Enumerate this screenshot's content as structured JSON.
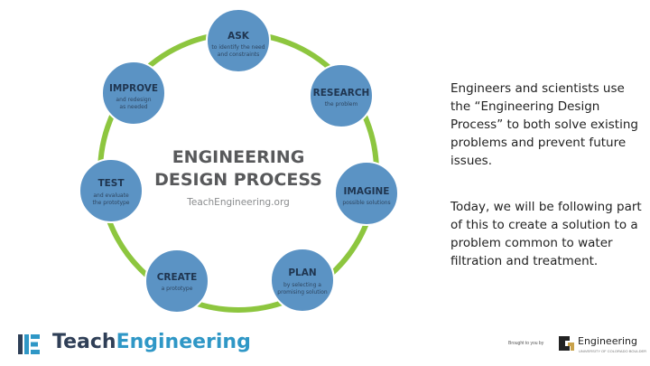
{
  "diagram": {
    "center_title_line1": "ENGINEERING",
    "center_title_line2": "DESIGN PROCESS",
    "center_url": "TeachEngineering.org",
    "colors": {
      "ring": "#8dc63f",
      "node": "#5b93c4",
      "node_border": "#ffffff",
      "center_title": "#58595b"
    },
    "nodes": [
      {
        "title": "ASK",
        "sub1": "to identify the need",
        "sub2": "and constraints"
      },
      {
        "title": "RESEARCH",
        "sub1": "the problem",
        "sub2": ""
      },
      {
        "title": "IMAGINE",
        "sub1": "possible solutions",
        "sub2": ""
      },
      {
        "title": "PLAN",
        "sub1": "by selecting a",
        "sub2": "promising solution"
      },
      {
        "title": "CREATE",
        "sub1": "a prototype",
        "sub2": ""
      },
      {
        "title": "TEST",
        "sub1": "and evaluate",
        "sub2": "the prototype"
      },
      {
        "title": "IMPROVE",
        "sub1": "and redesign",
        "sub2": "as needed"
      }
    ]
  },
  "side_text": {
    "paragraph1": "Engineers and scientists use the “Engineering Design Process” to both solve existing problems and prevent future issues.",
    "paragraph2": "Today, we will be following part of this to create a solution to a problem common to water filtration and treatment."
  },
  "footer": {
    "logo_part1": "Teach",
    "logo_part2": "Engineering",
    "brought_by": "Brought to you by",
    "partner_logo": "Engineering",
    "partner_sub": "UNIVERSITY OF COLORADO BOULDER",
    "colors": {
      "logo_dark": "#2f3f57",
      "logo_blue": "#2f97c6"
    }
  }
}
